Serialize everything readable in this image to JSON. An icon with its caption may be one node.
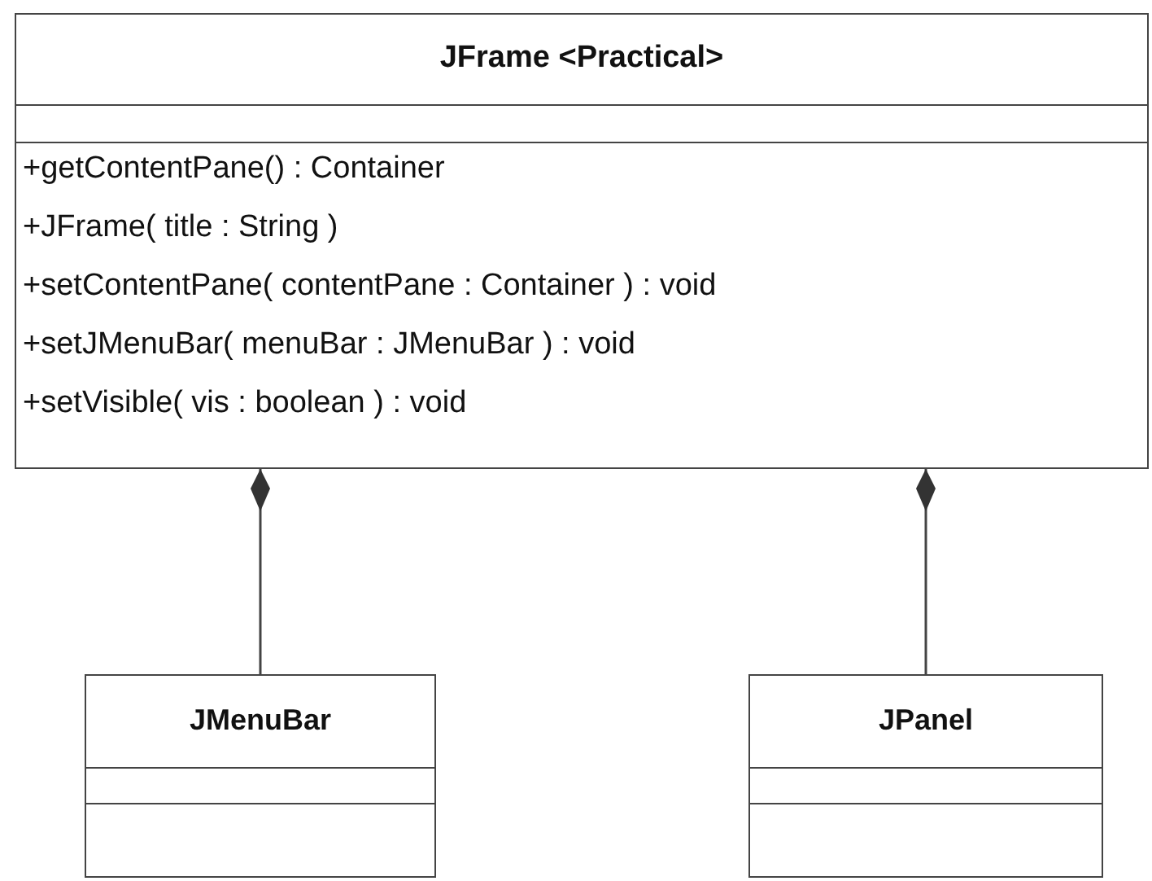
{
  "diagram": {
    "nodes": [
      {
        "text": [
          "JFrame <Practical>",
          "+getContentPane() : Container",
          "+JFrame( title : String )",
          "+setContentPane( contentPane : Container ) : void",
          "+setJMenuBar( menuBar : JMenuBar ) : void",
          "+setVisible( vis : boolean ) : void"
        ]
      },
      {
        "text": [
          "JMenuBar"
        ]
      },
      {
        "text": [
          "JPanel"
        ]
      }
    ],
    "edges": [
      {
        "from": 0,
        "to": 1,
        "arrow": "other"
      },
      {
        "from": 0,
        "to": 2,
        "arrow": "other"
      }
    ]
  }
}
